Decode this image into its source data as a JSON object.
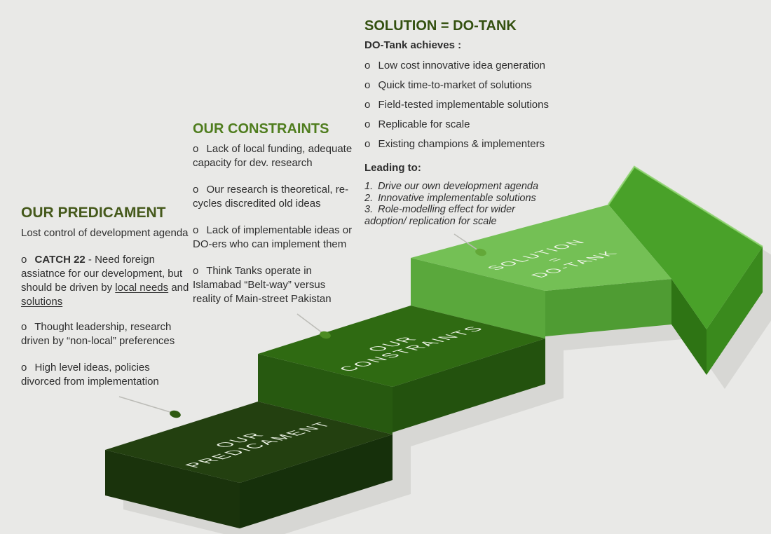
{
  "columns": {
    "predicament": {
      "heading": "OUR PREDICAMENT",
      "intro": "Lost control of development agenda",
      "bullets": [
        {
          "bullet": "o",
          "bold": "CATCH 22",
          "text": "- Need foreign assiatnce for our development, but should be driven by",
          "underline1": "local needs",
          "conj": "and",
          "underline2": "solutions"
        },
        {
          "bullet": "o",
          "text": "Thought leadership, research driven by “non-local” preferences"
        },
        {
          "bullet": "o",
          "text": "High level ideas, policies divorced from implementation"
        }
      ]
    },
    "constraints": {
      "heading": "OUR CONSTRAINTS",
      "bullets": [
        {
          "bullet": "o",
          "text": "Lack of local funding, adequate capacity for dev. research"
        },
        {
          "bullet": "o",
          "text": "Our research is theoretical, re-cycles discredited old ideas"
        },
        {
          "bullet": "o",
          "text": "Lack of implementable ideas or DO-ers who can implement them"
        },
        {
          "bullet": "o",
          "text": "Think Tanks operate in Islamabad “Belt-way” versus reality of Main-street Pakistan"
        }
      ]
    },
    "solution": {
      "heading": "SOLUTION = DO-TANK",
      "subheading": "DO-Tank achieves :",
      "bullets": [
        {
          "bullet": "o",
          "text": "Low cost innovative idea generation"
        },
        {
          "bullet": "o",
          "text": "Quick time-to-market of solutions"
        },
        {
          "bullet": "o",
          "text": "Field-tested implementable solutions"
        },
        {
          "bullet": "o",
          "text": "Replicable for scale"
        },
        {
          "bullet": "o",
          "text": "Existing champions & implementers"
        }
      ],
      "leading_label": "Leading to:",
      "outcomes": [
        {
          "num": "1.",
          "text": "Drive our own development agenda"
        },
        {
          "num": "2.",
          "text": "Innovative implementable solutions"
        },
        {
          "num": "3.",
          "text": "Role-modelling effect for wider adoption/ replication for scale"
        }
      ]
    }
  },
  "steps": [
    {
      "label_lines": [
        "OUR",
        "PREDICAMENT"
      ]
    },
    {
      "label_lines": [
        "OUR",
        "CONSTRAINTS"
      ]
    },
    {
      "label_lines": [
        "SOLUTION",
        "=",
        "DO-TANK"
      ]
    }
  ],
  "colors": {
    "step1_top": "#234010",
    "step1_front": "#1a330c",
    "step1_side": "#16300b",
    "step2_top": "#2f6a12",
    "step2_front": "#275910",
    "step2_side": "#23520e",
    "step3_top": "#74c055",
    "step3_front": "#5aa83c",
    "step3_side": "#4f9c33",
    "head_top": "#49a129",
    "head_side_left": "#2e7414",
    "head_side_right": "#3a8a1d",
    "head_edge": "#8ed470",
    "shadow": "#d7d7d4",
    "leader_line": "#bcbcb7",
    "dot1": "#2f5a12",
    "dot2": "#4c8c22",
    "dot3": "#63a838",
    "step_label": "#eef4e7"
  }
}
